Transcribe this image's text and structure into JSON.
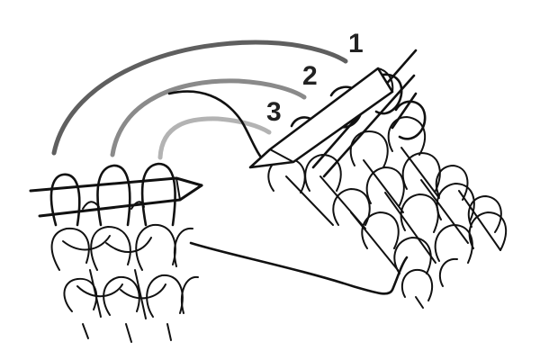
{
  "diagram": {
    "steps": [
      {
        "label": "1",
        "color": "#5f5f5f"
      },
      {
        "label": "2",
        "color": "#8a8a8a"
      },
      {
        "label": "3",
        "color": "#b3b3b3"
      }
    ],
    "ink_color": "#111111",
    "background": "#ffffff"
  }
}
